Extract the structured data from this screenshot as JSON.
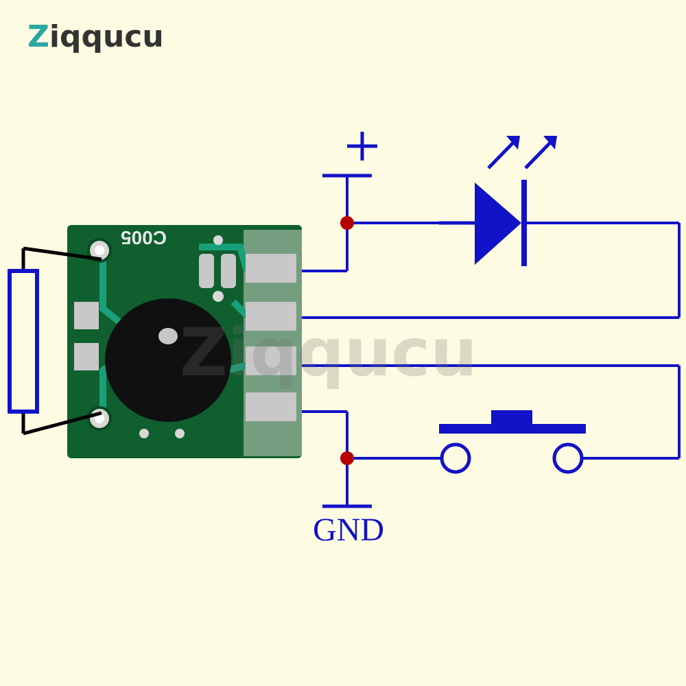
{
  "brand": {
    "logo_text": "Ziqqucu",
    "watermark_text": "Ziqqucu",
    "accent_color": "#2aa7a1"
  },
  "module": {
    "chip_label": "C005",
    "pcb_color": "#0e5e2e",
    "pad_color": "#c8c8c8"
  },
  "labels": {
    "plus": "+",
    "ground": "GND"
  },
  "colors": {
    "wire": "#1212c8",
    "junction": "#b40000",
    "background": "#fdfce3"
  },
  "components": {
    "led_icon": "led-icon",
    "switch_icon": "push-button-switch-icon",
    "resistor_icon": "resistor-icon"
  }
}
